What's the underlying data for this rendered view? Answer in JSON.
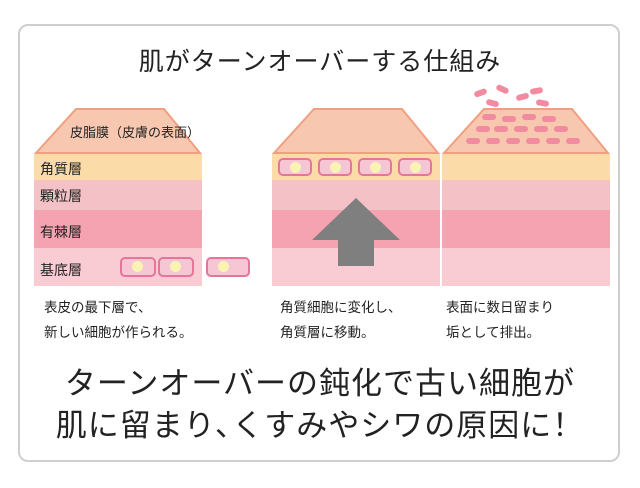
{
  "title": "肌がターンオーバーする仕組み",
  "panels": {
    "p1": {
      "top_label": "皮脂膜（皮膚の表面）"
    },
    "layers": {
      "corneum": "角質層",
      "granular": "顆粒層",
      "spinous": "有棘層",
      "basal": "基底層"
    }
  },
  "captions": {
    "c1": {
      "line1": "表皮の最下層で、",
      "line2": "新しい細胞が作られる。"
    },
    "c2": {
      "line1": "角質細胞に変化し、",
      "line2": "角質層に移動。"
    },
    "c3": {
      "line1": "表面に数日留まり",
      "line2": "垢として排出。"
    }
  },
  "conclusion": {
    "line1": "ターンオーバーの鈍化で古い細胞が",
    "line2": "肌に留まり､くすみやシワの原因に！"
  },
  "colors": {
    "sebum": "#f7c7b0",
    "sebum_border": "#f0a080",
    "corneum": "#fbdca8",
    "granular": "#f4c2c6",
    "spinous": "#f5a3b0",
    "basal": "#f8ccd2",
    "arrow": "#7f7f7f",
    "cell_border": "#e8749a",
    "nucleus": "#fbf3b3"
  }
}
